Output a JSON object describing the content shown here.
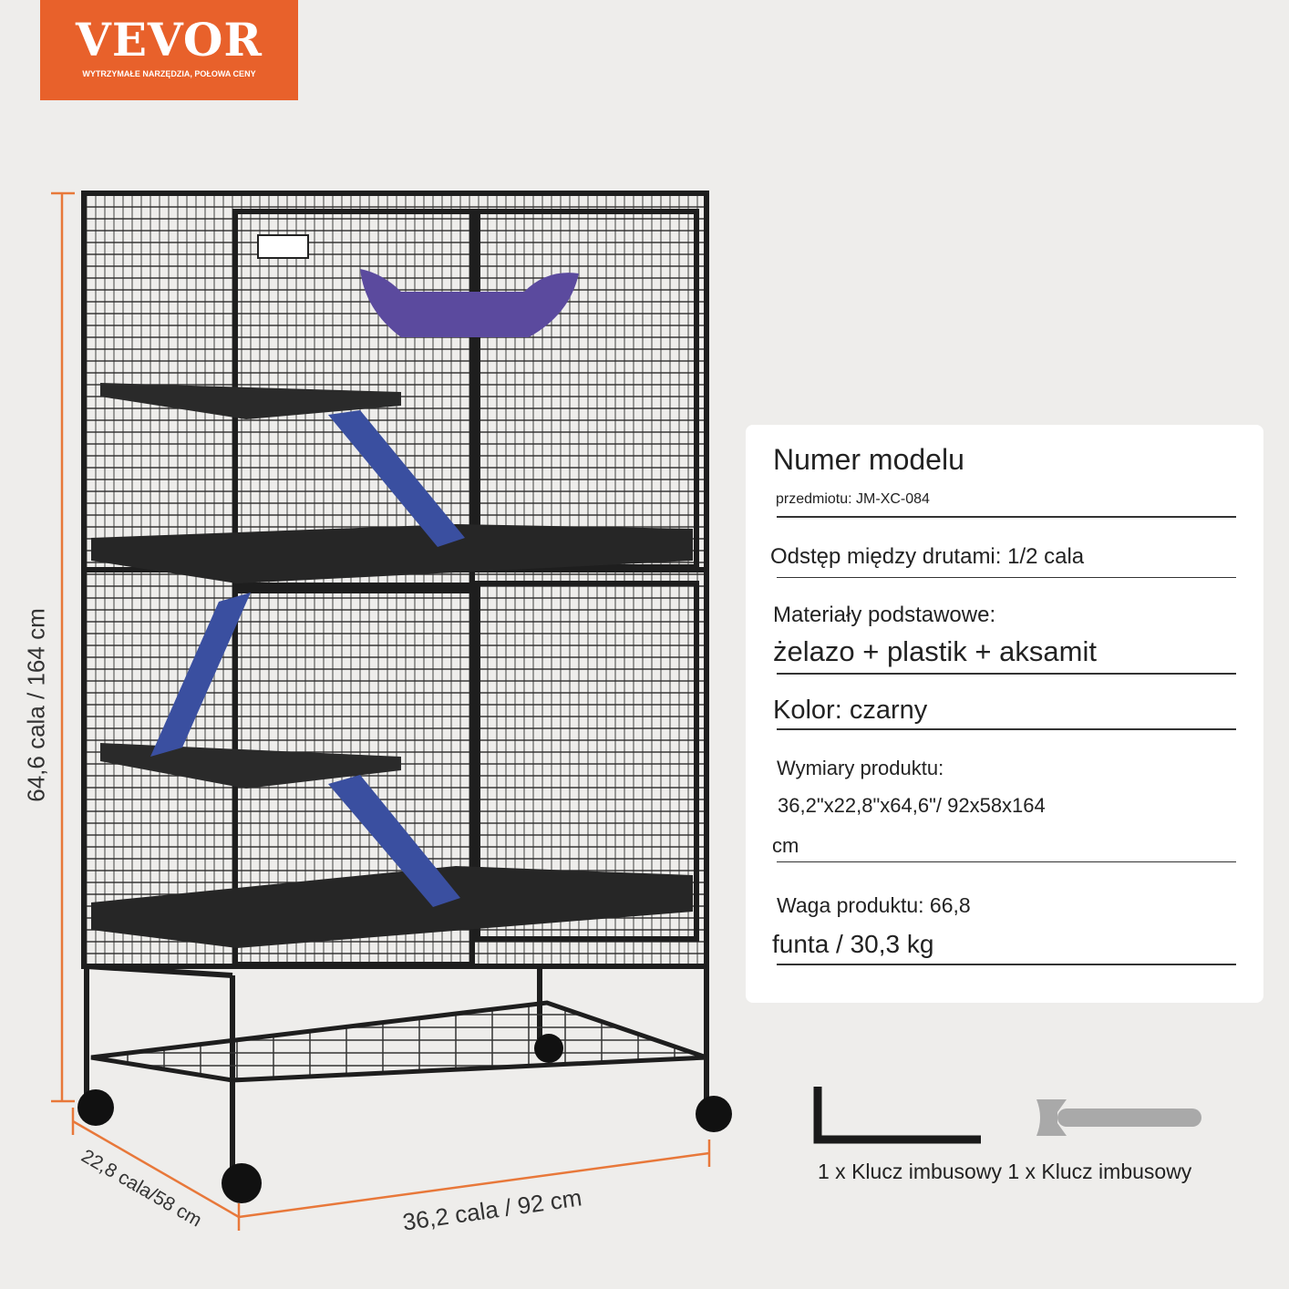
{
  "logo": {
    "brand": "VEVOR",
    "tagline": "WYTRZYMAŁE NARZĘDZIA, POŁOWA CENY"
  },
  "dimensions": {
    "height": "64,6 cala / 164 cm",
    "width": "36,2 cala / 92 cm",
    "depth": "22,8 cala/58 cm"
  },
  "specs": {
    "model_title": "Numer modelu",
    "model_value": "przedmiotu: JM-XC-084",
    "wire_spacing": "Odstęp między drutami: 1/2 cala",
    "materials_label": "Materiały podstawowe:",
    "materials_value": "żelazo + plastik + aksamit",
    "color": "Kolor: czarny",
    "dims_label": "Wymiary produktu:",
    "dims_value": "36,2\"x22,8\"x64,6\"/ 92x58x164",
    "dims_unit": "cm",
    "weight_label": "Waga produktu: 66,8",
    "weight_value": "funta / 30,3 kg"
  },
  "accessories": {
    "caption": "1 x Klucz imbusowy 1 x Klucz imbusowy"
  },
  "colors": {
    "accent": "#e8612b",
    "dim_line": "#e8783a",
    "hammock": "#5b4a9e",
    "ramp": "#3a4fa0"
  }
}
